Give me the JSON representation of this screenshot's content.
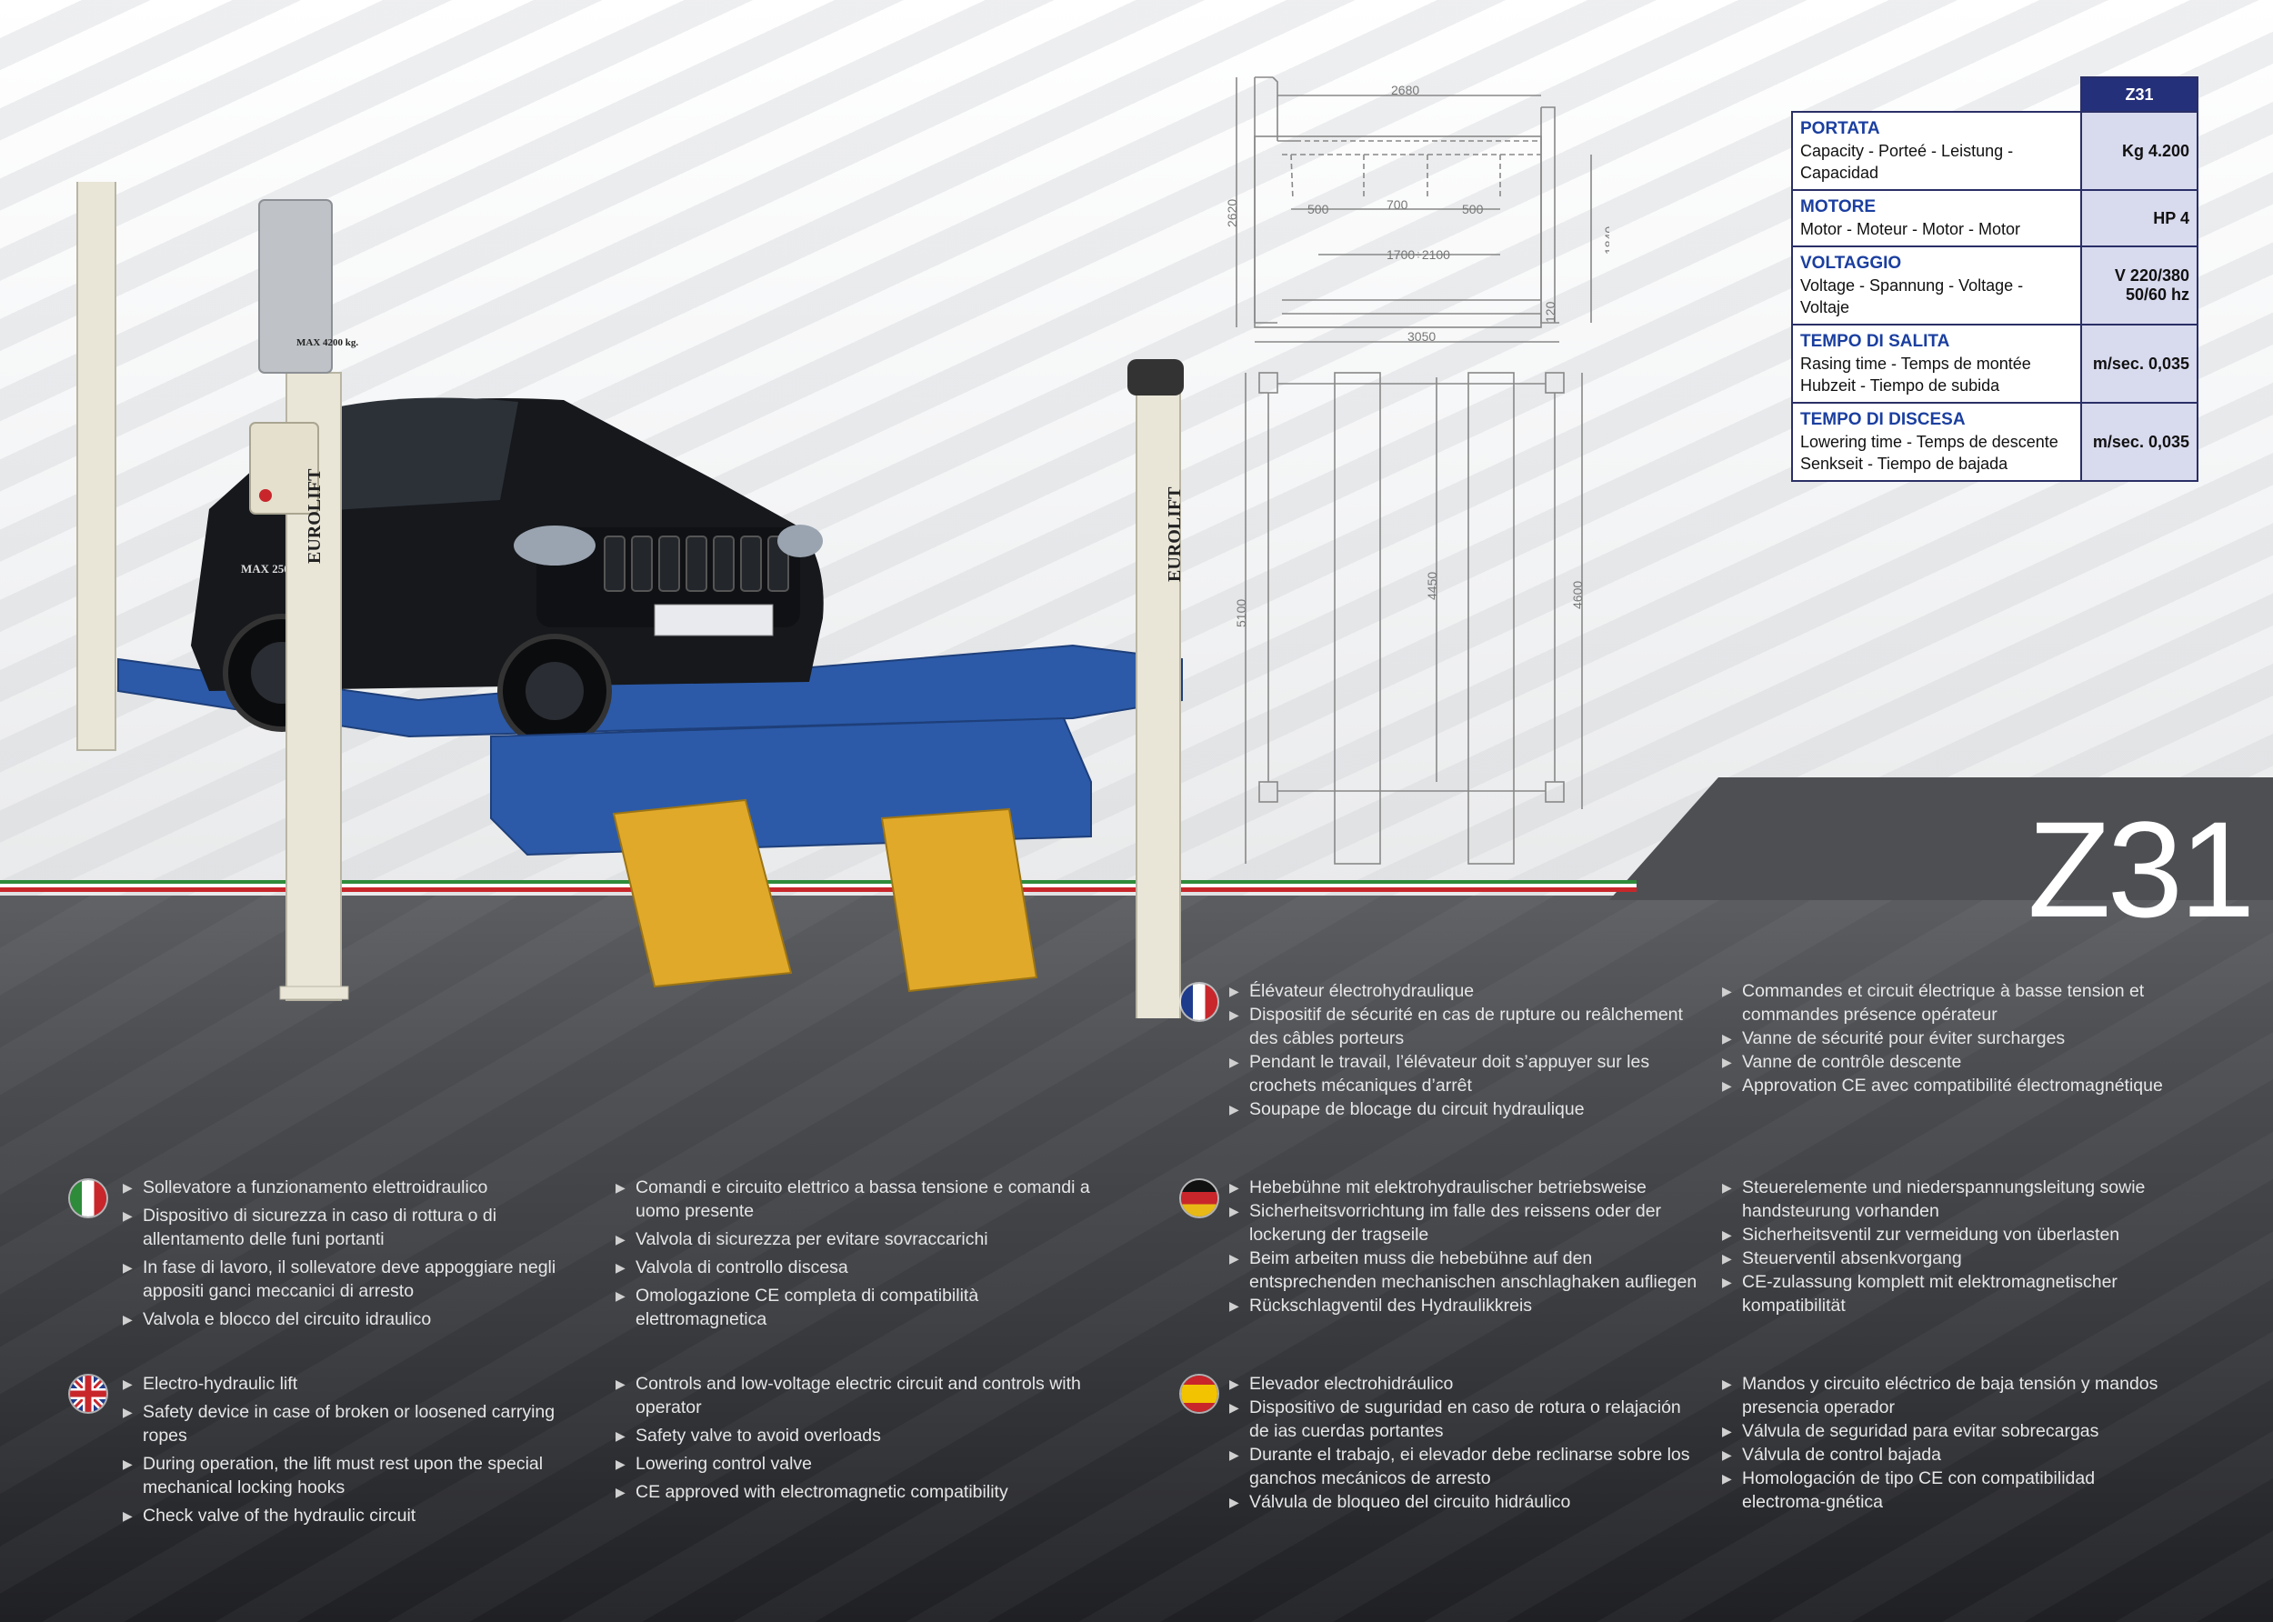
{
  "model": "Z31",
  "spec_table": {
    "model_header": "Z31",
    "rows": [
      {
        "title": "PORTATA",
        "sub": [
          "Capacity - Porteé - Leistung - Capacidad"
        ],
        "value": [
          "Kg 4.200"
        ]
      },
      {
        "title": "MOTORE",
        "sub": [
          "Motor - Moteur - Motor - Motor"
        ],
        "value": [
          "HP 4"
        ]
      },
      {
        "title": "VOLTAGGIO",
        "sub": [
          "Voltage - Spannung - Voltage - Voltaje"
        ],
        "value": [
          "V 220/380",
          "50/60 hz"
        ]
      },
      {
        "title": "TEMPO DI SALITA",
        "sub": [
          "Rasing time - Temps de montée",
          "Hubzeit - Tiempo de subida"
        ],
        "value": [
          "m/sec. 0,035"
        ]
      },
      {
        "title": "TEMPO DI DISCESA",
        "sub": [
          "Lowering time - Temps de descente",
          "Senkseit - Tiempo de bajada"
        ],
        "value": [
          "m/sec. 0,035"
        ]
      }
    ]
  },
  "drawing": {
    "dims": [
      "2680",
      "2620",
      "500",
      "700",
      "500",
      "1700÷2100",
      "1840",
      "120",
      "3050",
      "5100",
      "4450",
      "4600"
    ]
  },
  "lift_labels": {
    "brand": "EUROLIFT",
    "max_left": "MAX 4200 kg.",
    "max_car": "MAX 2500 kg."
  },
  "features": {
    "it": {
      "col1": [
        "Sollevatore a funzionamento elettroidraulico",
        "Dispositivo di sicurezza in caso di rottura o di allentamento delle funi portanti",
        "In fase di lavoro, il sollevatore deve appoggiare negli appositi ganci meccanici di arresto",
        "Valvola e blocco del circuito idraulico"
      ],
      "col2": [
        "Comandi e circuito elettrico a bassa tensione e comandi a uomo presente",
        "Valvola di sicurezza per evitare sovraccarichi",
        "Valvola di controllo discesa",
        "Omologazione CE completa di compatibilità elettromagnetica"
      ]
    },
    "en": {
      "col1": [
        "Electro-hydraulic lift",
        "Safety device in case of broken or loosened carrying ropes",
        "During operation, the lift must rest upon the special mechanical locking hooks",
        "Check valve of the hydraulic circuit"
      ],
      "col2": [
        "Controls and low-voltage electric circuit and controls with operator",
        "Safety valve to avoid overloads",
        "Lowering control valve",
        "CE approved with electromagnetic compatibility"
      ]
    },
    "fr": {
      "col1": [
        "Élévateur électrohydraulique",
        "Dispositif de sécurité en cas de rupture ou reâlchement des câbles porteurs",
        "Pendant le travail, l’élévateur doit s’appuyer sur les crochets mécaniques d’arrêt",
        "Soupape de blocage du circuit hydraulique"
      ],
      "col2": [
        "Commandes et circuit électrique à basse tension et commandes présence opérateur",
        "Vanne de sécurité pour éviter surcharges",
        "Vanne de contrôle descente",
        "Approvation CE avec compatibilité électromagnétique"
      ]
    },
    "de": {
      "col1": [
        "Hebebühne mit elektrohydraulischer betriebsweise",
        "Sicherheitsvorrichtung im falle des reissens oder der lockerung der tragseile",
        "Beim arbeiten muss die hebebühne auf den entsprechenden mechanischen anschlaghaken aufliegen",
        "Rückschlagventil des Hydraulikkreis"
      ],
      "col2": [
        "Steuerelemente und niederspannungsleitung sowie handsteurung vorhanden",
        "Sicherheitsventil zur vermeidung von überlasten",
        "Steuerventil absenkvorgang",
        "CE-zulassung komplett mit elektromagnetischer kompatibilität"
      ]
    },
    "es": {
      "col1": [
        "Elevador electrohidráulico",
        "Dispositivo de suguridad en caso de rotura o relajación de ias cuerdas portantes",
        "Durante el trabajo, ei elevador debe reclinarse sobre los ganchos mecánicos de arresto",
        "Válvula de bloqueo del circuito hidráulico"
      ],
      "col2": [
        "Mandos y circuito eléctrico de baja tensión y mandos presencia operador",
        "Válvula de seguridad para evitar sobrecargas",
        "Válvula de control bajada",
        "Homologación de tipo CE con compatibilidad electroma-gnética"
      ]
    }
  },
  "colors": {
    "table_header": "#25307a",
    "table_title": "#1b3fa0",
    "table_value_bg": "#d8daee",
    "lift_blue": "#2c5aa8",
    "ramp_yellow": "#e0a92a"
  }
}
